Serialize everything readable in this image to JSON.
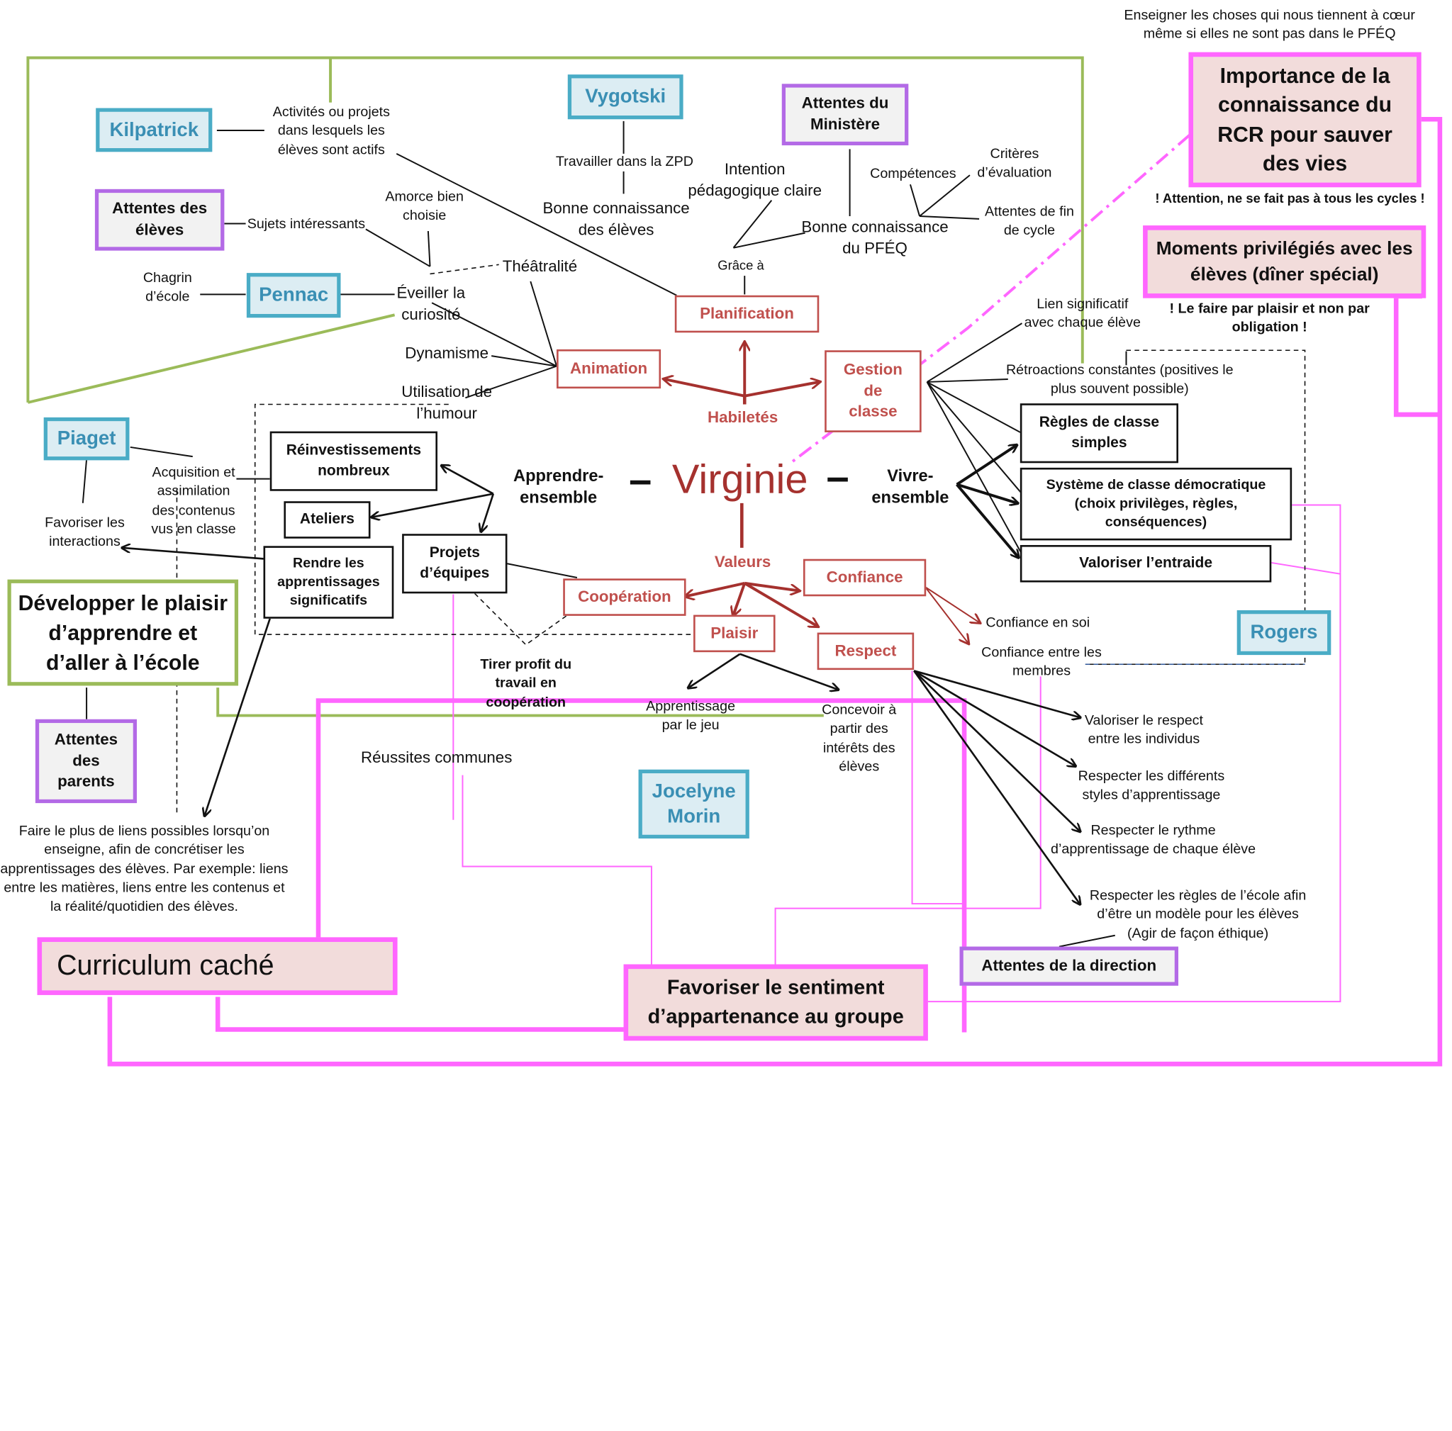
{
  "center": {
    "name": "Virginie",
    "left_dash": "–",
    "right_dash": "–"
  },
  "branches": {
    "habiletes": "Habiletés",
    "valeurs": "Valeurs",
    "apprendre": "Apprendre-\nensemble",
    "vivre": "Vivre-\nensemble"
  },
  "red_nodes": {
    "planification": "Planification",
    "animation": "Animation",
    "gestion": "Gestion\nde\nclasse",
    "cooperation": "Coopération",
    "confiance": "Confiance",
    "plaisir": "Plaisir",
    "respect": "Respect"
  },
  "theorists": {
    "kilpatrick": "Kilpatrick",
    "vygotski": "Vygotski",
    "pennac": "Pennac",
    "piaget": "Piaget",
    "rogers": "Rogers",
    "morin": "Jocelyne\nMorin"
  },
  "expectations": {
    "ministere": "Attentes du\nMinistère",
    "eleves": "Attentes des\nélèves",
    "parents": "Attentes\ndes\nparents",
    "direction": "Attentes de la direction"
  },
  "black_boxes": {
    "reinvestissements": "Réinvestissements\nnombreux",
    "ateliers": "Ateliers",
    "projets": "Projets\nd’équipes",
    "rendre": "Rendre les\napprentissages\nsignificatifs",
    "regles": "Règles de classe\nsimples",
    "systeme": "Système de classe démocratique\n(choix privilèges, règles,\nconséquences)",
    "entraide": "Valoriser l’entraide"
  },
  "highlights": {
    "rcr": "Importance de la\nconnaissance du\nRCR pour sauver\ndes vies",
    "moments": "Moments privilégiés avec les\nélèves (dîner spécial)",
    "curriculum": "Curriculum caché",
    "appartenance": "Favoriser le sentiment\nd’appartenance au groupe",
    "plaisir_apprendre": "Développer le plaisir\nd’apprendre et\nd’aller à l’école"
  },
  "notes": {
    "enseigner": "Enseigner les choses qui nous tiennent à cœur\nmême si elles ne sont pas dans le PFÉQ",
    "attention": "! Attention, ne se fait pas à tous les cycles !",
    "faire_plaisir": "! Le faire par plaisir et non par\nobligation !",
    "activites": "Activités ou projets\ndans lesquels les\nélèves sont actifs",
    "zpd": "Travailler dans la ZPD",
    "bonne_eleves": "Bonne connaissance\ndes élèves",
    "intention": "Intention\npédagogique claire",
    "bonne_pfeq": "Bonne connaissance\ndu PFÉQ",
    "competences": "Compétences",
    "criteres": "Critères\nd’évaluation",
    "attentes_fin": "Attentes de fin\nde cycle",
    "grace": "Grâce à",
    "sujets": "Sujets intéressants",
    "amorce": "Amorce bien\nchoisie",
    "theatralite": "Théâtralité",
    "chagrin": "Chagrin\nd’école",
    "eveiller": "Éveiller la\ncuriosité",
    "dynamisme": "Dynamisme",
    "humour": "Utilisation de\nl’humour",
    "lien": "Lien significatif\navec chaque élève",
    "retroactions": "Rétroactions constantes (positives le\nplus souvent possible)",
    "acquisition": "Acquisition et\nassimilation\ndes contenus\nvus en classe",
    "favoriser_inter": "Favoriser les\ninteractions",
    "tirer": "Tirer profit du\ntravail en\ncoopération",
    "reussites": "Réussites communes",
    "apprentissage_jeu": "Apprentissage\npar le jeu",
    "concevoir": "Concevoir à\npartir des\nintérêts des\nélèves",
    "confiance_soi": "Confiance en soi",
    "confiance_membres": "Confiance entre les\nmembres",
    "valoriser_respect": "Valoriser le respect\nentre les individus",
    "respecter_styles": "Respecter les différents\nstyles d’apprentissage",
    "respecter_rythme": "Respecter le rythme\nd’apprentissage de chaque élève",
    "respecter_regles": "Respecter les règles de l’école afin\nd’être un modèle pour les élèves\n(Agir de façon éthique)",
    "faire_liens": "Faire le plus de liens possibles lorsqu’on\nenseigne, afin de concrétiser les\napprentissages des élèves. Par exemple: liens\nentre les matières, liens entre les contenus et\nla réalité/quotidien des élèves."
  },
  "colors": {
    "green": "#9bbb59",
    "pink": "#ff66ff",
    "red": "#c0504d",
    "blue": "#4aacc6",
    "purple": "#b36ae6"
  }
}
